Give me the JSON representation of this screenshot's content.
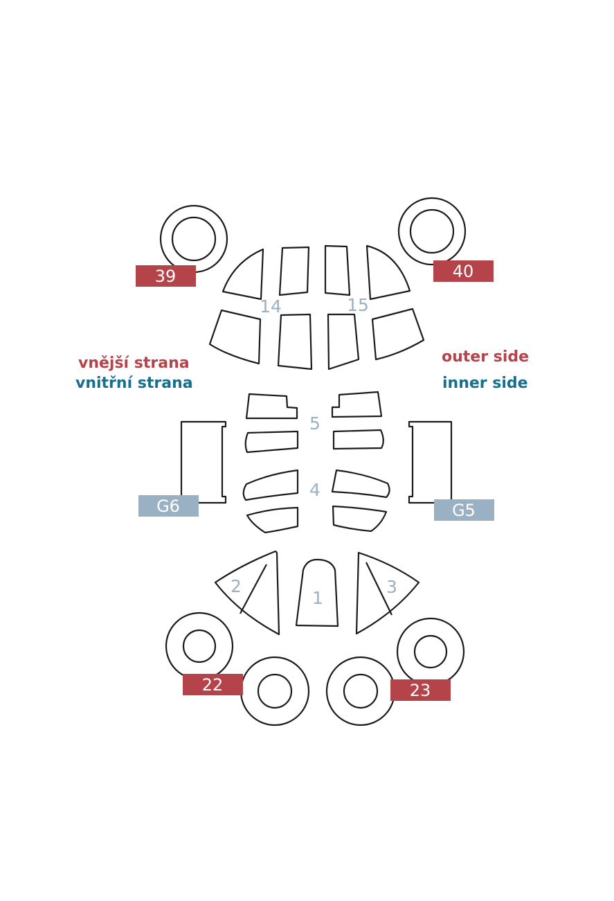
{
  "colors": {
    "outer": "#b5434a",
    "inner": "#176f8e",
    "part_number": "#9ab0c3",
    "grey_tag": "#9ab0c3",
    "outline": "#1a1a1a"
  },
  "legend": {
    "outer_cz": "vnější strana",
    "inner_cz": "vnitřní strana",
    "outer_en": "outer side",
    "inner_en": "inner side"
  },
  "tags": {
    "t39": "39",
    "t40": "40",
    "t22": "22",
    "t23": "23",
    "g6": "G6",
    "g5": "G5"
  },
  "numbers": {
    "n14": "14",
    "n15": "15",
    "n5": "5",
    "n4": "4",
    "n2": "2",
    "n1": "1",
    "n3": "3"
  }
}
